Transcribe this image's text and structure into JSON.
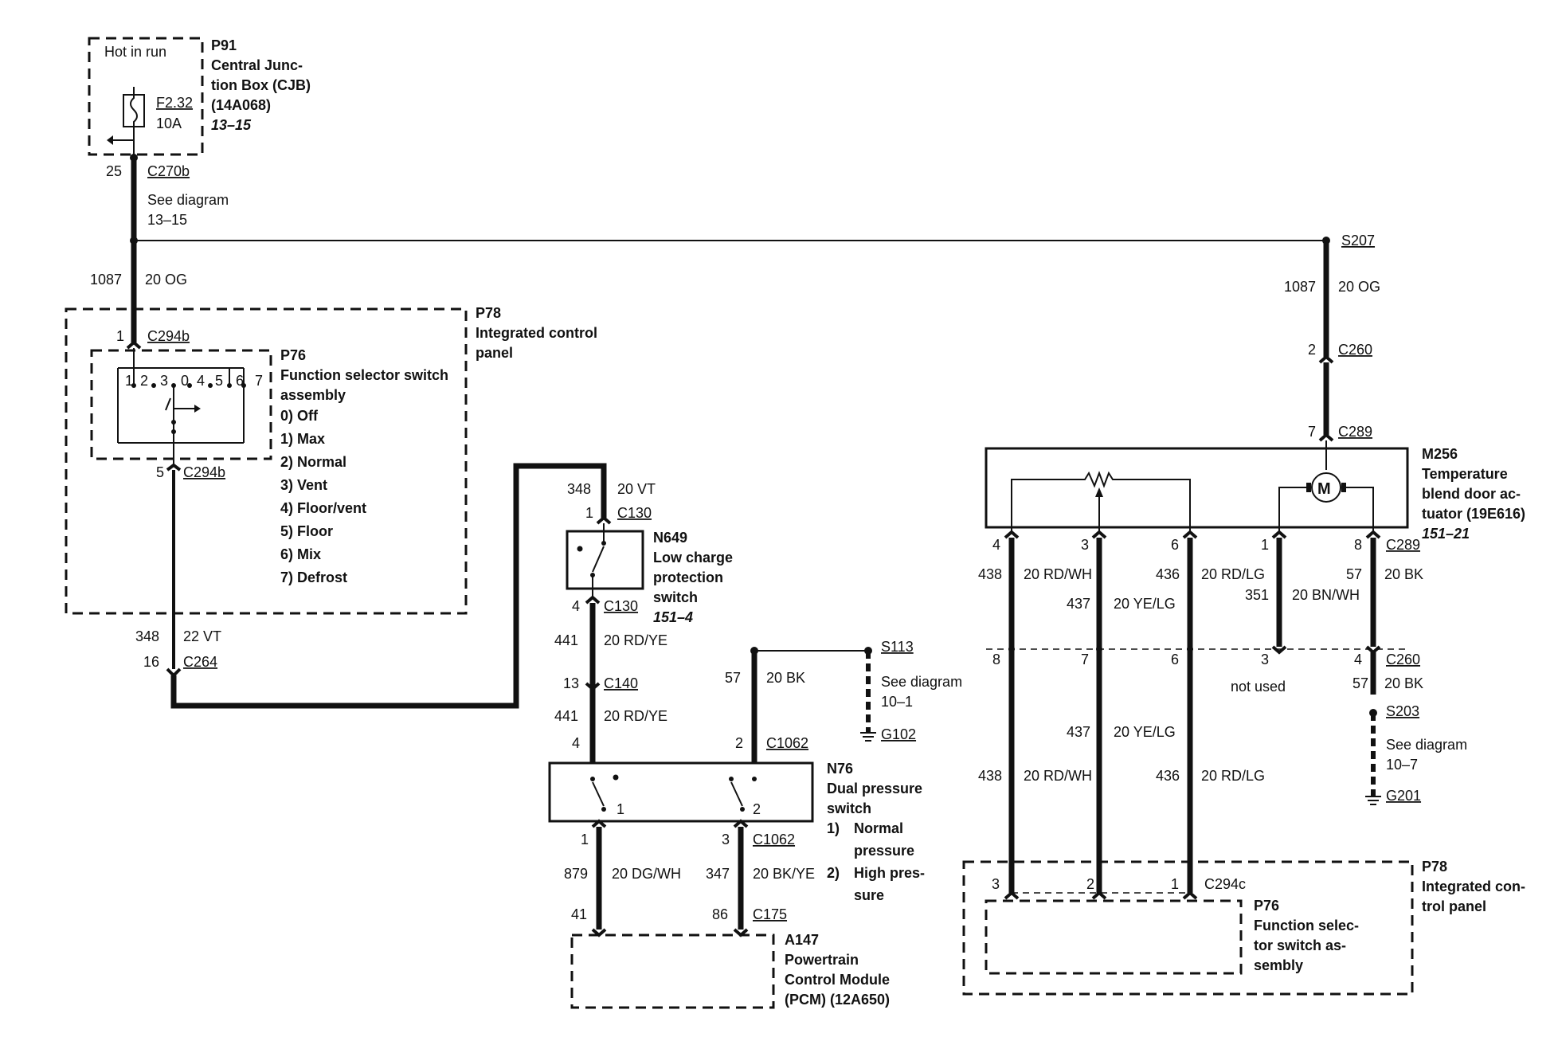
{
  "p91": {
    "hot_in_run": "Hot in run",
    "ref": "P91",
    "name_lines": [
      "Central Junc-",
      "tion Box (CJB)",
      "(14A068)"
    ],
    "page_ref": "13–15",
    "fuse": "F2.32",
    "fuse_rating": "10A"
  },
  "c270b": {
    "pin": "25",
    "connector": "C270b",
    "see_lines": [
      "See diagram",
      "13–15"
    ]
  },
  "w1087_left": {
    "circuit": "1087",
    "gauge_color": "20 OG"
  },
  "p78_left": {
    "ref": "P78",
    "name_lines": [
      "Integrated control",
      "panel"
    ],
    "c294b_top": {
      "pin": "1",
      "connector": "C294b"
    },
    "c294b_bot": {
      "pin": "5",
      "connector": "C294b"
    }
  },
  "p76_left": {
    "ref": "P76",
    "name_lines": [
      "Function selector switch",
      "assembly"
    ],
    "positions": [
      "0)  Off",
      "1)  Max",
      "2)  Normal",
      "3)  Vent",
      "4)  Floor/vent",
      "5)  Floor",
      "6)  Mix",
      "7)  Defrost"
    ],
    "pins": [
      "1",
      "2",
      "3",
      "0",
      "4",
      "5",
      "6",
      "7"
    ]
  },
  "w348_left": {
    "circuit": "348",
    "gauge_color": "22 VT"
  },
  "c264": {
    "pin": "16",
    "connector": "C264"
  },
  "w348_right": {
    "circuit": "348",
    "gauge_color": "20 VT"
  },
  "c130_top": {
    "pin": "1",
    "connector": "C130"
  },
  "n649": {
    "ref": "N649",
    "name_lines": [
      "Low charge",
      "protection",
      "switch"
    ],
    "page_ref": "151–4"
  },
  "c130_bot": {
    "pin": "4",
    "connector": "C130"
  },
  "w441_a": {
    "circuit": "441",
    "gauge_color": "20 RD/YE"
  },
  "c140": {
    "pin": "13",
    "connector": "C140"
  },
  "w441_b": {
    "circuit": "441",
    "gauge_color": "20 RD/YE"
  },
  "w57_mid": {
    "circuit": "57",
    "gauge_color": "20 BK"
  },
  "s113": {
    "label": "S113",
    "see_lines": [
      "See diagram",
      "10–1"
    ],
    "ground": "G102"
  },
  "n76_pins_top": {
    "left_pin": "4",
    "right_pin": "2",
    "connector": "C1062"
  },
  "n76": {
    "ref": "N76",
    "name_lines": [
      "Dual pressure",
      "switch"
    ],
    "notes": [
      "1)",
      "Normal",
      "pressure",
      "2)",
      "High pres-",
      "sure"
    ],
    "sw1": "1",
    "sw2": "2"
  },
  "n76_pins_bot": {
    "left_pin": "1",
    "right_pin": "3",
    "connector": "C1062"
  },
  "w879": {
    "circuit": "879",
    "gauge_color": "20 DG/WH"
  },
  "w347": {
    "circuit": "347",
    "gauge_color": "20 BK/YE"
  },
  "c175": {
    "left_pin": "41",
    "right_pin": "86",
    "connector": "C175"
  },
  "a147": {
    "ref": "A147",
    "name_lines": [
      "Powertrain",
      "Control Module",
      "(PCM) (12A650)"
    ]
  },
  "s207": {
    "label": "S207"
  },
  "w1087_right": {
    "circuit": "1087",
    "gauge_color": "20 OG"
  },
  "c260_top": {
    "pin": "2",
    "connector": "C260"
  },
  "c289_top": {
    "pin": "7",
    "connector": "C289"
  },
  "m256": {
    "ref": "M256",
    "name_lines": [
      "Temperature",
      "blend door ac-",
      "tuator (19E616)"
    ],
    "page_ref": "151–21",
    "motor": "M"
  },
  "c289_pins": {
    "pins": [
      "4",
      "3",
      "6",
      "1",
      "8"
    ],
    "connector": "C289"
  },
  "actuator_wires": {
    "w438": {
      "circuit": "438",
      "gauge_color": "20 RD/WH"
    },
    "w437": {
      "circuit": "437",
      "gauge_color": "20 YE/LG"
    },
    "w436": {
      "circuit": "436",
      "gauge_color": "20 RD/LG"
    },
    "w351": {
      "circuit": "351",
      "gauge_color": "20 BN/WH"
    },
    "w57": {
      "circuit": "57",
      "gauge_color": "20 BK"
    }
  },
  "c260_pins": {
    "pins": [
      "8",
      "7",
      "6",
      "3",
      "4"
    ],
    "connector": "C260",
    "not_used": "not used"
  },
  "w57_lower": {
    "circuit": "57",
    "gauge_color": "20 BK"
  },
  "s203": {
    "label": "S203",
    "see_lines": [
      "See diagram",
      "10–7"
    ],
    "ground": "G201"
  },
  "lower_wires": {
    "w437": {
      "circuit": "437",
      "gauge_color": "20 YE/LG"
    },
    "w438": {
      "circuit": "438",
      "gauge_color": "20 RD/WH"
    },
    "w436": {
      "circuit": "436",
      "gauge_color": "20 RD/LG"
    }
  },
  "c294c": {
    "pins": [
      "3",
      "2",
      "1"
    ],
    "connector": "C294c"
  },
  "p78_right": {
    "ref": "P78",
    "name_lines": [
      "Integrated con-",
      "trol panel"
    ]
  },
  "p76_right": {
    "ref": "P76",
    "name_lines": [
      "Function selec-",
      "tor switch as-",
      "sembly"
    ]
  }
}
